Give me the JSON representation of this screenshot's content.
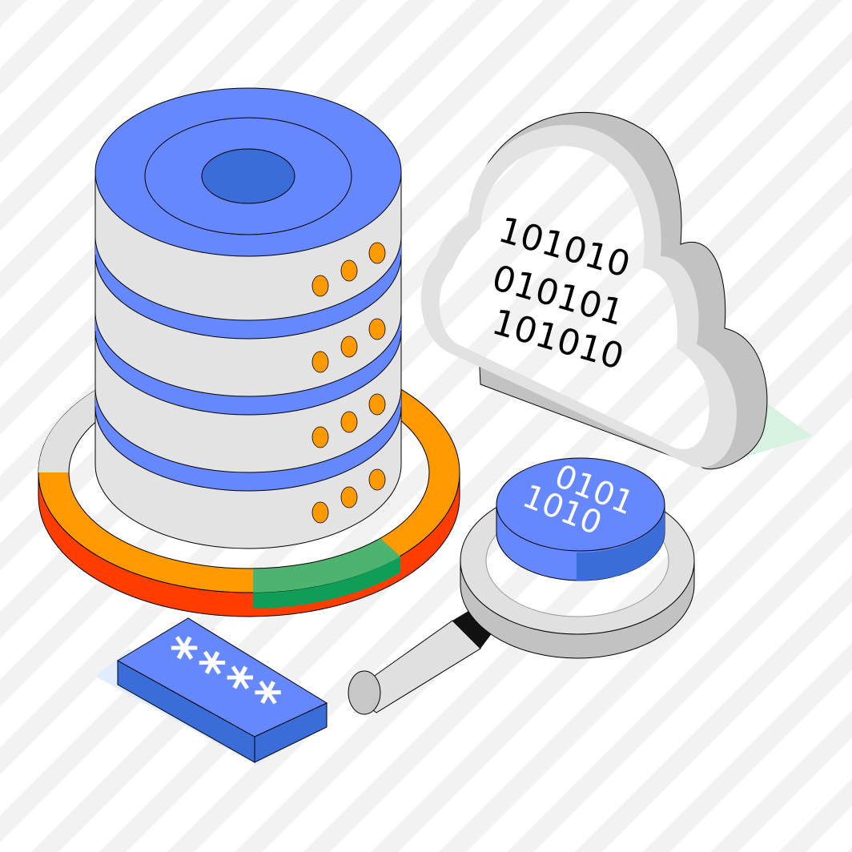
{
  "illustration": {
    "cloud_binary_lines": [
      "101010",
      "010101",
      "101010"
    ],
    "lens_binary_lines": [
      "0101",
      "1010"
    ],
    "password_mask": "****",
    "icons": [
      "database-server-icon",
      "cloud-icon",
      "magnifying-glass-icon",
      "password-key-icon",
      "status-ring-icon"
    ],
    "colors": {
      "blue": "#6688ff",
      "blue_dark": "#3a6dd8",
      "orange": "#ff9900",
      "red": "#ff3d00",
      "green": "#0f9d58",
      "gray_light": "#e0e0e0",
      "gray_mid": "#c2c2c2",
      "stripe": "#f2f2f2"
    }
  }
}
